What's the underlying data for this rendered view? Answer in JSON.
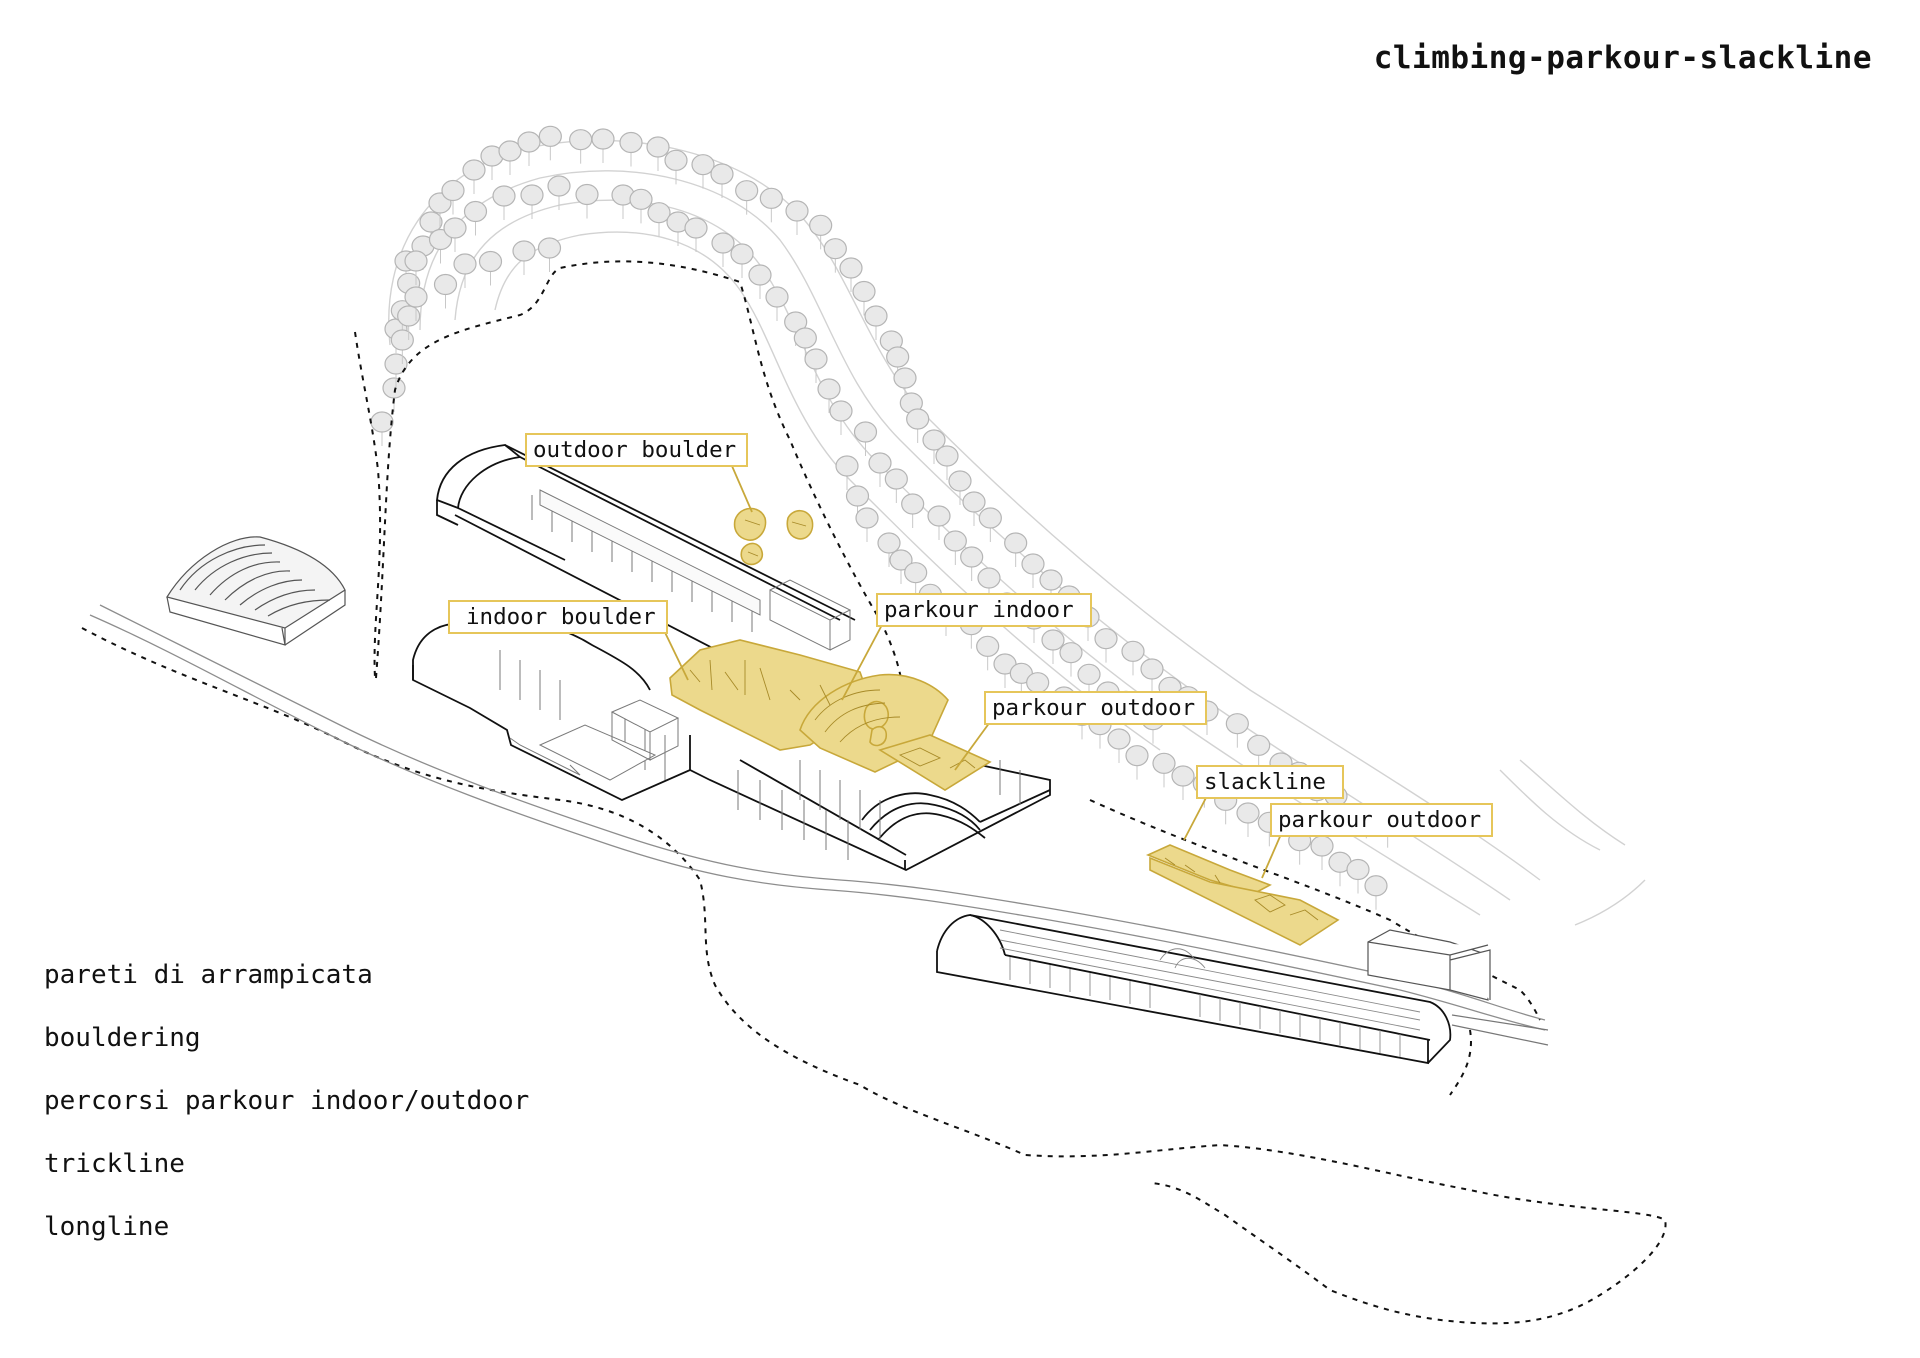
{
  "title": "climbing-parkour-slackline",
  "callouts": {
    "outdoor_boulder": "outdoor boulder",
    "indoor_boulder": "indoor boulder",
    "parkour_indoor": "parkour indoor",
    "parkour_outdoor_1": "parkour outdoor",
    "slackline": "slackline",
    "parkour_outdoor_2": "parkour outdoor"
  },
  "legend": [
    "pareti di arrampicata",
    "bouldering",
    "percorsi parkour indoor/outdoor",
    "trickline",
    "longline"
  ],
  "colors": {
    "highlight_fill": "#ecd98c",
    "highlight_stroke": "#c8a83a",
    "callout_border": "#e6c65a",
    "line": "#111111",
    "tree": "#e8e8e8",
    "contour": "#cfcfcf"
  }
}
